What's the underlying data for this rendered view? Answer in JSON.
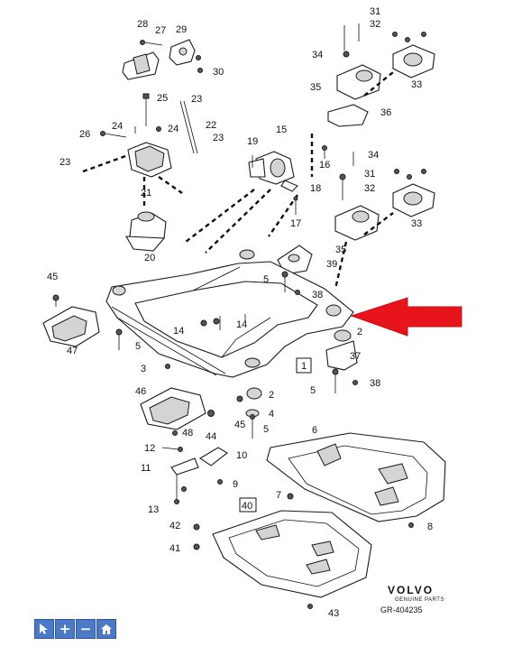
{
  "callouts": {
    "n1": "1",
    "n2a": "2",
    "n2b": "2",
    "n3": "3",
    "n4": "4",
    "n5a": "5",
    "n5b": "5",
    "n5c": "5",
    "n5d": "5",
    "n6": "6",
    "n7": "7",
    "n8": "8",
    "n9": "9",
    "n10": "10",
    "n11": "11",
    "n12": "12",
    "n13": "13",
    "n14a": "14",
    "n14b": "14",
    "n15": "15",
    "n16": "16",
    "n17": "17",
    "n18": "18",
    "n19": "19",
    "n20": "20",
    "n21": "21",
    "n22": "22",
    "n23a": "23",
    "n23b": "23",
    "n23c": "23",
    "n24a": "24",
    "n24b": "24",
    "n25": "25",
    "n26": "26",
    "n27": "27",
    "n28": "28",
    "n29": "29",
    "n30": "30",
    "n31a": "31",
    "n31b": "31",
    "n32a": "32",
    "n32b": "32",
    "n33a": "33",
    "n33b": "33",
    "n34a": "34",
    "n34b": "34",
    "n35a": "35",
    "n35b": "35",
    "n36": "36",
    "n37": "37",
    "n38a": "38",
    "n38b": "38",
    "n39": "39",
    "n40": "40",
    "n41": "41",
    "n42": "42",
    "n43": "43",
    "n44": "44",
    "n45a": "45",
    "n45b": "45",
    "n46": "46",
    "n47": "47",
    "n48": "48"
  },
  "brand": {
    "logo": "VOLVO",
    "tagline": "GENUINE PARTS",
    "reference": "GR-404235"
  },
  "toolbar": {
    "buttons": [
      {
        "icon": "pointer-icon"
      },
      {
        "icon": "zoom-in-icon",
        "label": "+"
      },
      {
        "icon": "zoom-out-icon",
        "label": "−"
      },
      {
        "icon": "home-icon"
      }
    ]
  },
  "colors": {
    "highlight_arrow": "#e8141b",
    "toolbar_button": "#4b79c4"
  }
}
